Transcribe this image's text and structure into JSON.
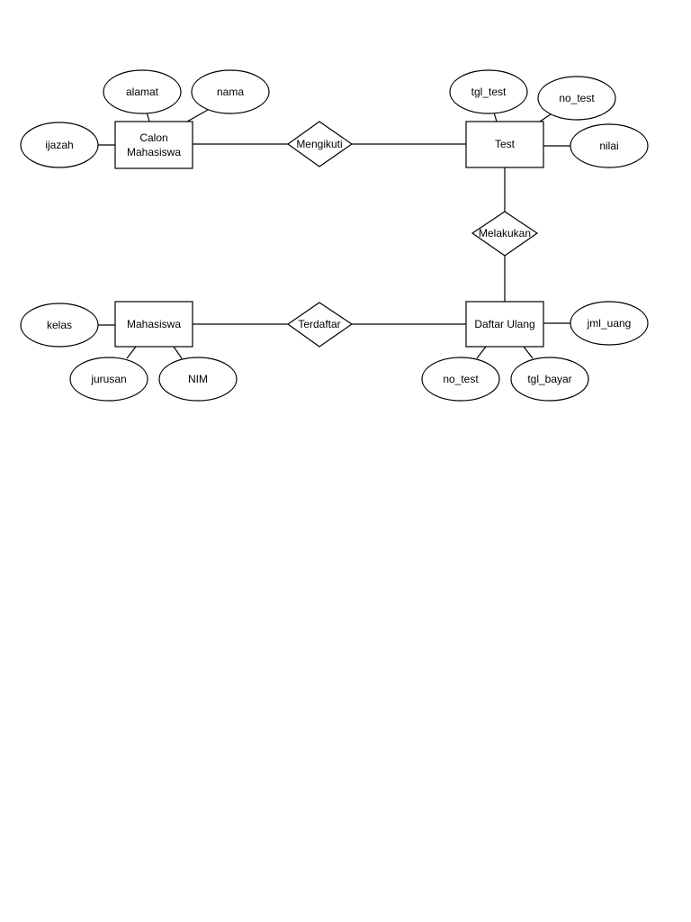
{
  "entities": {
    "calon_mahasiswa": [
      "Calon",
      "Mahasiswa"
    ],
    "test": "Test",
    "mahasiswa": "Mahasiswa",
    "daftar_ulang": "Daftar Ulang"
  },
  "relationships": {
    "mengikuti": "Mengikuti",
    "melakukan": "Melakukan",
    "terdaftar": "Terdaftar"
  },
  "attributes": {
    "calon_mahasiswa": {
      "alamat": "alamat",
      "nama": "nama",
      "ijazah": "ijazah"
    },
    "test": {
      "tgl_test": "tgl_test",
      "no_test": "no_test",
      "nilai": "nilai"
    },
    "mahasiswa": {
      "kelas": "kelas",
      "jurusan": "jurusan",
      "nim": "NIM"
    },
    "daftar_ulang": {
      "jml_uang": "jml_uang",
      "no_test": "no_test",
      "tgl_bayar": "tgl_bayar"
    }
  }
}
